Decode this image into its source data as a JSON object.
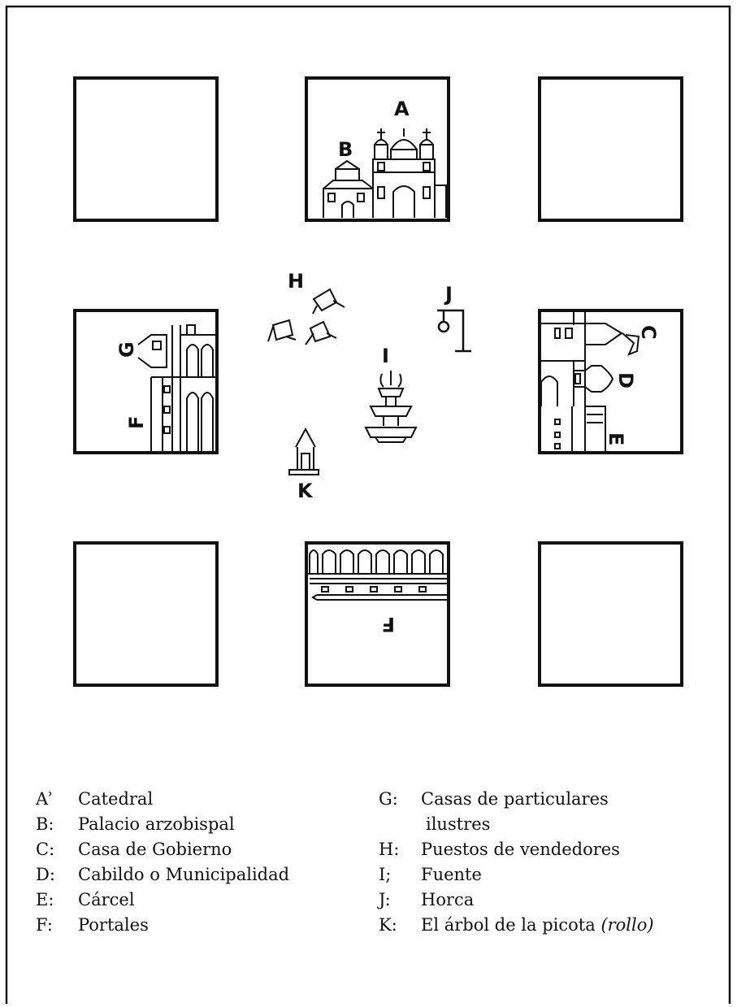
{
  "map": {
    "labels": {
      "A": "A",
      "B": "B",
      "C": "C",
      "D": "D",
      "E": "E",
      "F": "F",
      "F2": "F",
      "G": "G",
      "H": "H",
      "I": "I",
      "J": "J",
      "K": "K"
    }
  },
  "legend": {
    "left": [
      {
        "key": "Aʾ",
        "text": "Catedral"
      },
      {
        "key": "B:",
        "text": "Palacio arzobispal"
      },
      {
        "key": "C:",
        "text": "Casa de Gobierno"
      },
      {
        "key": "D:",
        "text": "Cabildo o Municipalidad"
      },
      {
        "key": "E:",
        "text": "Cárcel"
      },
      {
        "key": "F:",
        "text": "Portales"
      }
    ],
    "right": [
      {
        "key": "G:",
        "text": "Casas de particulares",
        "cont": "ilustres"
      },
      {
        "key": "H:",
        "text": "Puestos de vendedores"
      },
      {
        "key": "I;",
        "text": "Fuente"
      },
      {
        "key": "J:",
        "text": "Horca"
      },
      {
        "key": "K:",
        "text": "El árbol de la picota",
        "italic": "(rollo)"
      }
    ]
  }
}
